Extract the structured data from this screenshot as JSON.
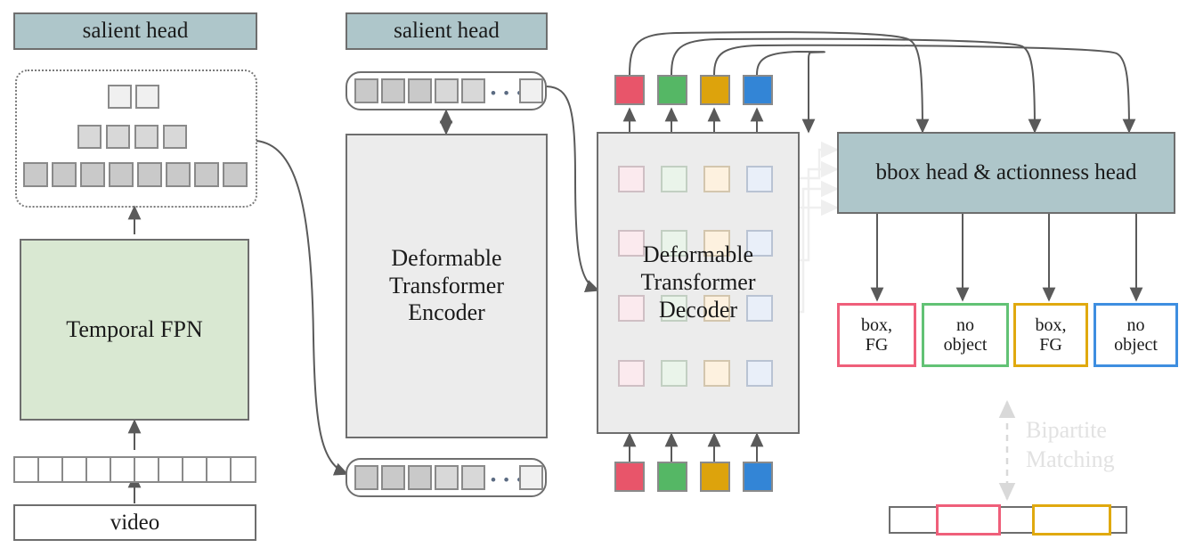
{
  "diagram": {
    "title": "TadTR-style temporal action detection architecture",
    "colors": {
      "teal_head": "#aec6ca",
      "fpn_green": "#d9e8d2",
      "module_gray": "#ececec",
      "query_red": "#e8556a",
      "query_green": "#55b765",
      "query_gold": "#dda30c",
      "query_blue": "#3385d6",
      "query_red_pale": "#fbeaee",
      "query_green_pale": "#eaf4ea",
      "query_gold_pale": "#fdf1df",
      "query_blue_pale": "#e9eff9",
      "stroke": "#6e6e6e",
      "faint_arrow": "#efefef",
      "bipartite_text": "#e2e2e2"
    },
    "left_branch": {
      "salient_head_label": "salient head",
      "pyramid": {
        "rows": [
          {
            "count": 2,
            "shade": "light"
          },
          {
            "count": 4,
            "shade": "medium"
          },
          {
            "count": 8,
            "shade": "dark"
          }
        ]
      },
      "fpn_label": "Temporal FPN",
      "frames_count": 10,
      "video_label": "video"
    },
    "encoder_branch": {
      "salient_head_label": "salient head",
      "top_tokens": {
        "filled": 5,
        "ellipsis": "• • •",
        "trailing": 1
      },
      "encoder_label": "Deformable\nTransformer\nEncoder",
      "encoder_lines": [
        "Deformable",
        "Transformer",
        "Encoder"
      ],
      "bottom_tokens": {
        "filled": 5,
        "ellipsis": "• • •",
        "trailing": 1
      }
    },
    "decoder_branch": {
      "decoder_lines": [
        "Deformable",
        "Transformer",
        "Decoder"
      ],
      "output_embeddings": [
        "red",
        "green",
        "gold",
        "blue"
      ],
      "input_queries": [
        "red",
        "green",
        "gold",
        "blue"
      ],
      "inner_grid_rows": 4,
      "inner_grid_cols": 4
    },
    "head_branch": {
      "head_label": "bbox head & actionness head",
      "predictions": [
        {
          "lines": [
            "box,",
            "FG"
          ],
          "color": "#e8556a"
        },
        {
          "lines": [
            "no",
            "object"
          ],
          "color": "#55b765"
        },
        {
          "lines": [
            "box,",
            "FG"
          ],
          "color": "#dda30c"
        },
        {
          "lines": [
            "no",
            "object"
          ],
          "color": "#3385d6"
        }
      ],
      "matching_lines": [
        "Bipartite",
        "Matching"
      ],
      "ground_truth": {
        "segments": [
          {
            "color": "#e8556a",
            "start_pct": 20,
            "width_pct": 27
          },
          {
            "color": "#dda30c",
            "start_pct": 60,
            "width_pct": 33
          }
        ]
      }
    }
  }
}
